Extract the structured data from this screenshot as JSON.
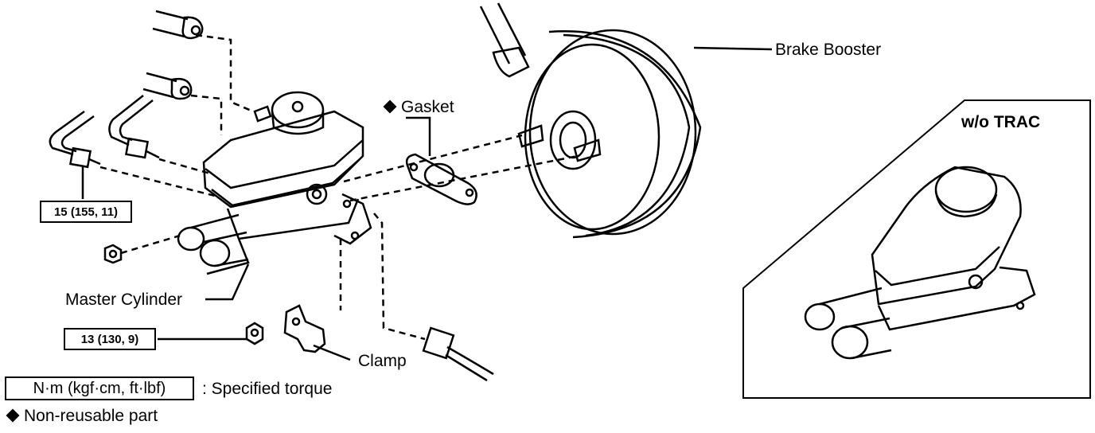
{
  "labels": {
    "brake_booster": "Brake Booster",
    "gasket": "Gasket",
    "master_cylinder": "Master Cylinder",
    "clamp": "Clamp",
    "inset_title": "w/o TRAC"
  },
  "torque_specs": [
    {
      "value": "15 (155, 11)"
    },
    {
      "value": "13 (130, 9)"
    }
  ],
  "legend": {
    "torque_unit": "N·m (kgf·cm, ft·lbf)",
    "torque_desc": ": Specified torque",
    "nonreusable": "Non-reusable part"
  }
}
